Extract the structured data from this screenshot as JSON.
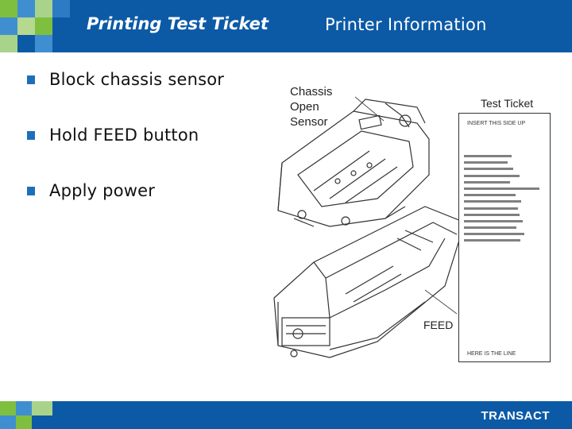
{
  "header": {
    "title": "Printing Test Ticket",
    "section": "Printer Information"
  },
  "bullets": [
    {
      "text": "Block chassis sensor"
    },
    {
      "text": "Hold FEED button"
    },
    {
      "text": "Apply power"
    }
  ],
  "figure": {
    "chassis_label": "Chassis Open\nSensor",
    "test_ticket_label": "Test Ticket",
    "feed_label": "FEED",
    "ticket_header": "INSERT THIS SIDE UP",
    "ticket_footer": "HERE IS THE LINE"
  },
  "footer": {
    "logo": "TRANSACT"
  },
  "colors": {
    "brand_blue": "#0c5aa6",
    "accent_green": "#8cc63f",
    "bullet_blue": "#1e6fb8"
  }
}
